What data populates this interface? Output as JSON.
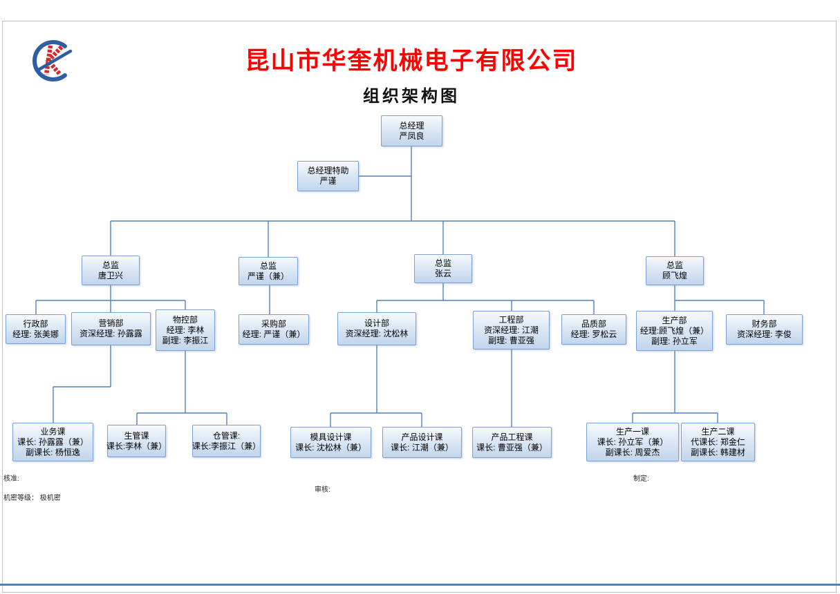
{
  "header": {
    "title": "昆山市华奎机械电子有限公司",
    "subtitle": "组织架构图"
  },
  "colors": {
    "title_red": "#ff0000",
    "connector_blue": "#4f81bd",
    "box_border_blue": "#79a1d2",
    "box_fill_top": "#f7fafd",
    "box_fill_bottom": "#c2d5ec",
    "logo_blue": "#2e5fa3",
    "logo_red": "#d22b2b"
  },
  "footer": {
    "approve_label": "核准:",
    "confidential_label": "机密等级： 极机密",
    "review_label": "审核:",
    "draft_label": "制定:"
  },
  "nodes": {
    "gm": {
      "lines": [
        "总经理",
        "严凤良"
      ]
    },
    "assistant": {
      "lines": [
        "总经理特助",
        "严谨"
      ]
    },
    "director1": {
      "lines": [
        "总监",
        "唐卫兴"
      ]
    },
    "director2": {
      "lines": [
        "总监",
        "严谨（兼）"
      ]
    },
    "director3": {
      "lines": [
        "总监",
        "张云"
      ]
    },
    "director4": {
      "lines": [
        "总监",
        "顾飞煌"
      ]
    },
    "admin": {
      "lines": [
        "行政部",
        "经理: 张美娜"
      ]
    },
    "marketing": {
      "lines": [
        "营销部",
        "资深经理: 孙露露"
      ]
    },
    "material": {
      "lines": [
        "物控部",
        "经理: 李林",
        "副理: 李振江"
      ]
    },
    "purchasing": {
      "lines": [
        "采购部",
        "经理: 严谨（兼）"
      ]
    },
    "design": {
      "lines": [
        "设计部",
        "资深经理: 沈松林"
      ]
    },
    "engineering": {
      "lines": [
        "工程部",
        "资深经理: 江潮",
        "副理: 曹亚强"
      ]
    },
    "quality": {
      "lines": [
        "品质部",
        "经理: 罗松云"
      ]
    },
    "production": {
      "lines": [
        "生产部",
        "经理:顾飞煌（兼）",
        "副理: 孙立军"
      ]
    },
    "finance": {
      "lines": [
        "财务部",
        "资深经理: 李俊"
      ]
    },
    "sales_section": {
      "lines": [
        "业务课",
        "课长: 孙露露（兼）",
        "副课长: 杨恒逸"
      ]
    },
    "pmc_section": {
      "lines": [
        "生管课",
        "课长:李林（兼）"
      ]
    },
    "warehouse_section": {
      "lines": [
        "仓管课:",
        "课长:李振江（兼）"
      ]
    },
    "mold_design_section": {
      "lines": [
        "模具设计课",
        "课长: 沈松林（兼）"
      ]
    },
    "product_design_section": {
      "lines": [
        "产品设计课",
        "课长: 江潮（兼）"
      ]
    },
    "product_eng_section": {
      "lines": [
        "产品工程课",
        "课长: 曹亚强（兼）"
      ]
    },
    "production1_section": {
      "lines": [
        "生产一课",
        "课长: 孙立军（兼）",
        "副课长: 周爱杰"
      ]
    },
    "production2_section": {
      "lines": [
        "生产二课",
        "代课长: 郑金仁",
        "副课长: 韩建材"
      ]
    }
  }
}
